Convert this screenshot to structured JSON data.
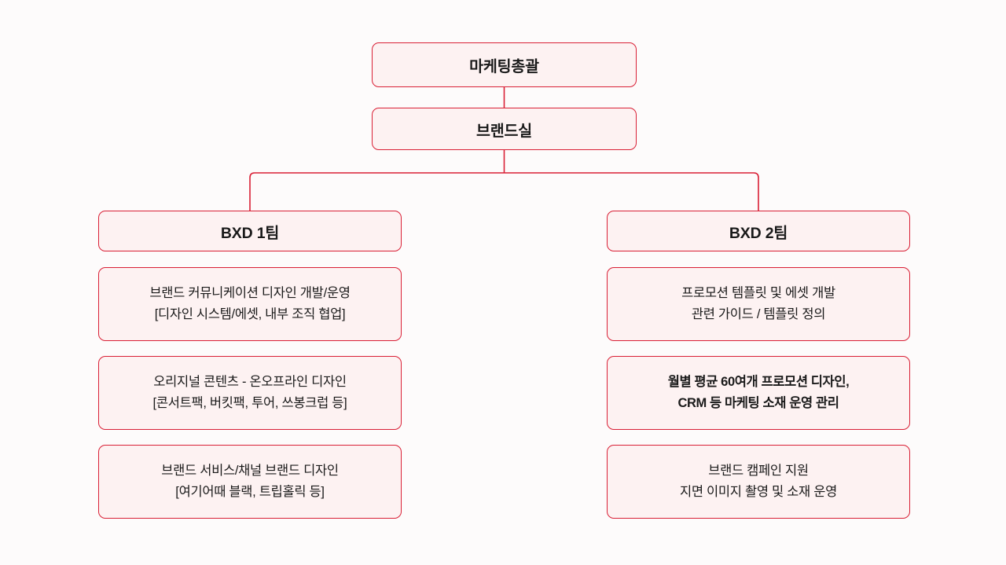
{
  "theme": {
    "page_background": "#fdfbfb",
    "box_fill": "#fdf2f2",
    "box_border": "#d91f35",
    "connector": "#d91f35",
    "text": "#1a1a1a"
  },
  "chart_data": {
    "type": "diagram",
    "diagram_type": "organization-chart",
    "orientation": "top-down",
    "levels": 3,
    "nodes": [
      {
        "id": "root",
        "label": "마케팅총괄",
        "level": 0
      },
      {
        "id": "office",
        "label": "브랜드실",
        "level": 1
      },
      {
        "id": "team1",
        "label": "BXD 1팀",
        "level": 2
      },
      {
        "id": "team2",
        "label": "BXD 2팀",
        "level": 2
      }
    ],
    "edges": [
      {
        "from": "root",
        "to": "office"
      },
      {
        "from": "office",
        "to": "team1"
      },
      {
        "from": "office",
        "to": "team2"
      }
    ]
  },
  "root": {
    "label": "마케팅총괄"
  },
  "office": {
    "label": "브랜드실"
  },
  "teams": [
    {
      "name": "BXD 1팀",
      "details": [
        {
          "line1": "브랜드 커뮤니케이션 디자인 개발/운영",
          "line2": "[디자인 시스템/에셋, 내부 조직 협업]"
        },
        {
          "line1": "오리지널 콘텐츠 - 온오프라인 디자인",
          "line2": "[콘서트팩, 버킷팩, 투어, 쓰봉크럽 등]"
        },
        {
          "line1": "브랜드 서비스/채널 브랜드 디자인",
          "line2": "[여기어때 블랙, 트립홀릭 등]"
        }
      ]
    },
    {
      "name": "BXD 2팀",
      "details": [
        {
          "line1": "프로모션 템플릿 및 에셋 개발",
          "line2": "관련 가이드 / 템플릿 정의"
        },
        {
          "line1": "월별 평균 60여개 프로모션 디자인,",
          "line2": "CRM 등 마케팅 소재 운영 관리"
        },
        {
          "line1": "브랜드 캠페인 지원",
          "line2": "지면 이미지 촬영 및 소재 운영"
        }
      ]
    }
  ]
}
